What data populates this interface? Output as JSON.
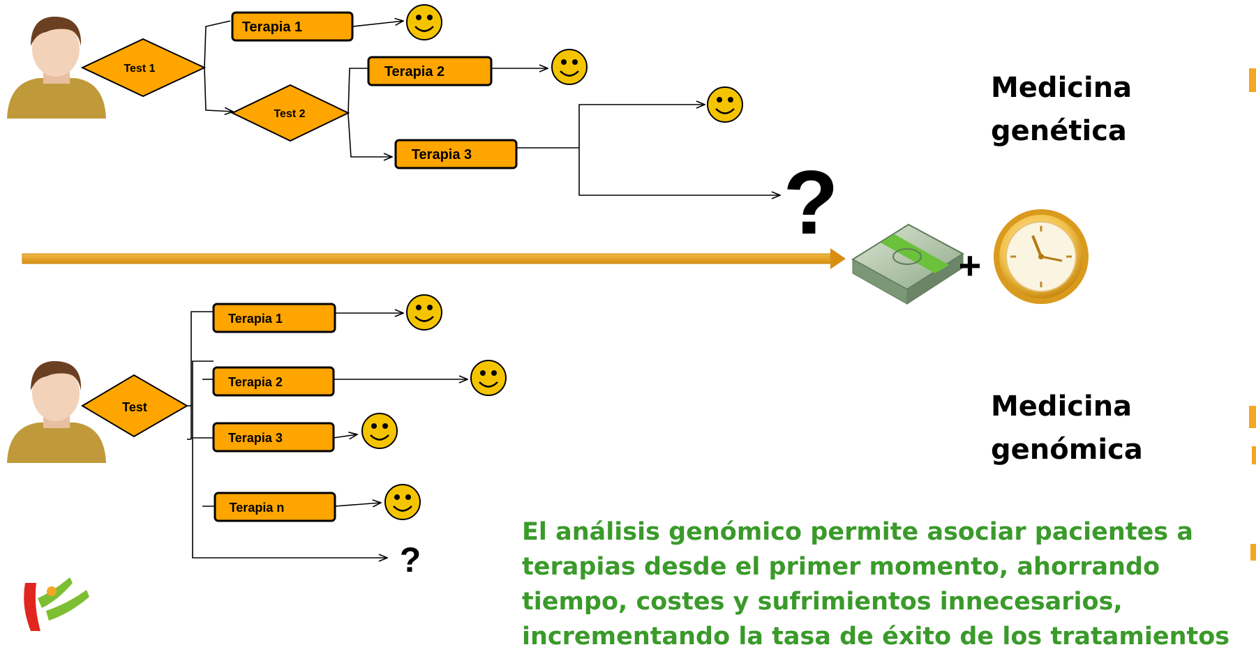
{
  "top_flow": {
    "test1": "Test 1",
    "test2": "Test 2",
    "therapy1": "Terapia 1",
    "therapy2": "Terapia 2",
    "therapy3": "Terapia 3",
    "unknown": "?"
  },
  "bottom_flow": {
    "test": "Test",
    "therapy1": "Terapia 1",
    "therapy2": "Terapia 2",
    "therapy3": "Terapia 3",
    "therapyn": "Terapia n",
    "unknown": "?"
  },
  "section_titles": {
    "genetic_line1": "Medicina",
    "genetic_line2": "genética",
    "genomic_line1": "Medicina",
    "genomic_line2": "genómica"
  },
  "plus_sign": "+",
  "caption": "El análisis genómico permite asociar pacientes a terapias desde el primer momento, ahorrando tiempo, costes y sufrimientos innecesarios, incrementando la tasa de éxito de los tratamientos",
  "colors": {
    "box_fill": "#FFA500",
    "arrow_bar": "#E8A21B",
    "caption": "#3A9A2A",
    "smiley": "#F5C400"
  },
  "icons": [
    "patient-avatar",
    "smiley-icon",
    "money-icon",
    "clock-icon",
    "logo"
  ]
}
